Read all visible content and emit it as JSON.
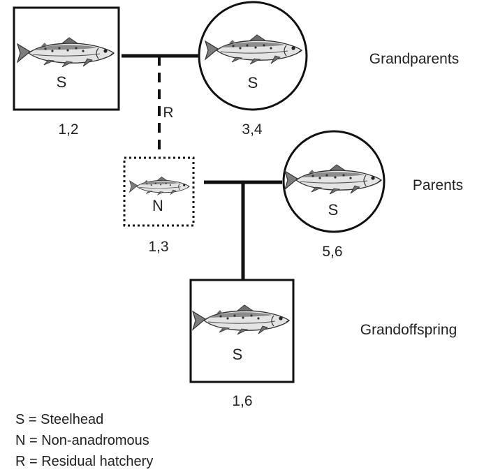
{
  "generations": {
    "grandparents": "Grandparents",
    "parents": "Parents",
    "grandoffspring": "Grandoffspring"
  },
  "individuals": {
    "grandfather": {
      "type": "S",
      "alleles": "1,2",
      "icon": "fish-icon"
    },
    "grandmother": {
      "type": "S",
      "alleles": "3,4",
      "icon": "fish-icon"
    },
    "father": {
      "type": "N",
      "alleles": "1,3",
      "icon": "fish-icon"
    },
    "mother": {
      "type": "S",
      "alleles": "5,6",
      "icon": "fish-icon"
    },
    "offspring": {
      "type": "S",
      "alleles": "1,6",
      "icon": "fish-icon"
    }
  },
  "residual_link_label": "R",
  "legend": [
    "S = Steelhead",
    "N = Non-anadromous",
    "R = Residual hatchery"
  ]
}
